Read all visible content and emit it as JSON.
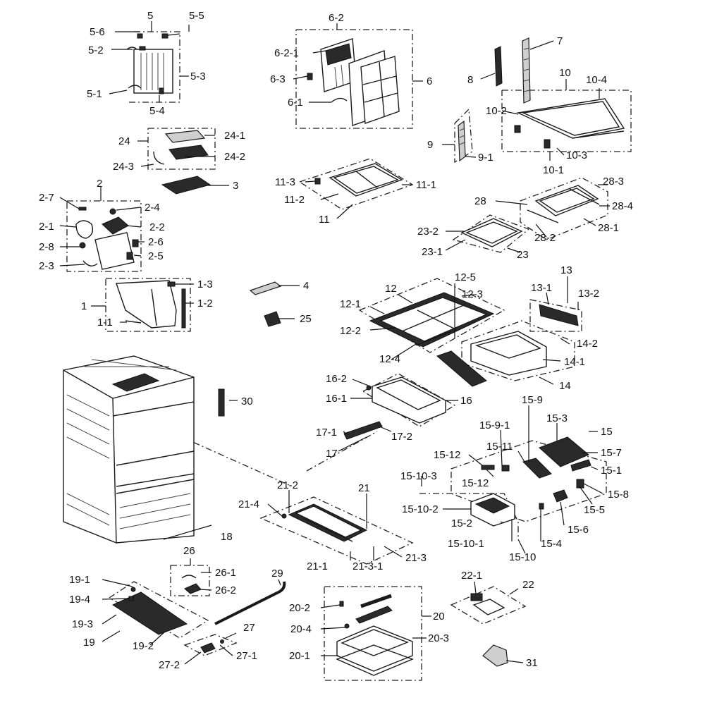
{
  "colors": {
    "line": "#111111",
    "background": "#ffffff",
    "part_fill": "#2a2a2a"
  },
  "labels": {
    "l1": "1",
    "l1_1": "1-1",
    "l1_2": "1-2",
    "l1_3": "1-3",
    "l2": "2",
    "l2_1": "2-1",
    "l2_2": "2-2",
    "l2_3": "2-3",
    "l2_4": "2-4",
    "l2_5": "2-5",
    "l2_6": "2-6",
    "l2_7": "2-7",
    "l2_8": "2-8",
    "l3": "3",
    "l4": "4",
    "l5": "5",
    "l5_1": "5-1",
    "l5_2": "5-2",
    "l5_3": "5-3",
    "l5_4": "5-4",
    "l5_5": "5-5",
    "l5_6": "5-6",
    "l6": "6",
    "l6_1": "6-1",
    "l6_2": "6-2",
    "l6_2_1": "6-2-1",
    "l6_3": "6-3",
    "l7": "7",
    "l8": "8",
    "l9": "9",
    "l9_1": "9-1",
    "l10": "10",
    "l10_1": "10-1",
    "l10_2": "10-2",
    "l10_3": "10-3",
    "l10_4": "10-4",
    "l11": "11",
    "l11_1": "11-1",
    "l11_2": "11-2",
    "l11_3": "11-3",
    "l12": "12",
    "l12_1": "12-1",
    "l12_2": "12-2",
    "l12_3": "12-3",
    "l12_4": "12-4",
    "l12_5": "12-5",
    "l13": "13",
    "l13_1": "13-1",
    "l13_2": "13-2",
    "l14": "14",
    "l14_1": "14-1",
    "l14_2": "14-2",
    "l15": "15",
    "l15_1": "15-1",
    "l15_2": "15-2",
    "l15_3": "15-3",
    "l15_4": "15-4",
    "l15_5": "15-5",
    "l15_6": "15-6",
    "l15_7": "15-7",
    "l15_8": "15-8",
    "l15_9": "15-9",
    "l15_9_1": "15-9-1",
    "l15_10": "15-10",
    "l15_10_1": "15-10-1",
    "l15_10_2": "15-10-2",
    "l15_10_3": "15-10-3",
    "l15_11": "15-11",
    "l15_12a": "15-12",
    "l15_12b": "15-12",
    "l16": "16",
    "l16_1": "16-1",
    "l16_2": "16-2",
    "l17": "17",
    "l17_1": "17-1",
    "l17_2": "17-2",
    "l18": "18",
    "l19": "19",
    "l19_1": "19-1",
    "l19_2": "19-2",
    "l19_3": "19-3",
    "l19_4": "19-4",
    "l20": "20",
    "l20_1": "20-1",
    "l20_2": "20-2",
    "l20_3": "20-3",
    "l20_4": "20-4",
    "l21": "21",
    "l21_1": "21-1",
    "l21_2": "21-2",
    "l21_3": "21-3",
    "l21_3_1": "21-3-1",
    "l21_4": "21-4",
    "l22": "22",
    "l22_1": "22-1",
    "l23": "23",
    "l23_1": "23-1",
    "l23_2": "23-2",
    "l24": "24",
    "l24_1": "24-1",
    "l24_2": "24-2",
    "l24_3": "24-3",
    "l25": "25",
    "l26": "26",
    "l26_1": "26-1",
    "l26_2": "26-2",
    "l27": "27",
    "l27_1": "27-1",
    "l27_2": "27-2",
    "l28": "28",
    "l28_1": "28-1",
    "l28_2": "28-2",
    "l28_3": "28-3",
    "l28_4": "28-4",
    "l29": "29",
    "l30": "30",
    "l31": "31"
  }
}
